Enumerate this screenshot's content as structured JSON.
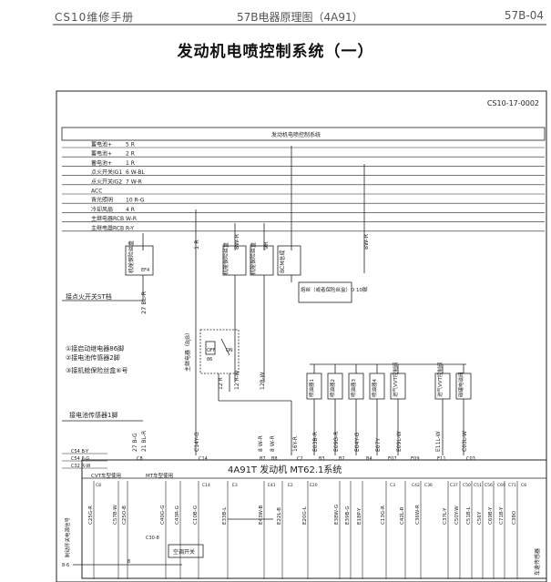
{
  "header": {
    "left": "CS10维修手册",
    "center": "57B电器原理图（4A91）",
    "right": "57B-04"
  },
  "title": "发动机电喷控制系统（一）",
  "diagram": {
    "code": "CS10-17-0002",
    "caption": "发动机电喷控制系统",
    "power_rails": [
      {
        "name": "蓄电池+",
        "wire": "5 R"
      },
      {
        "name": "蓄电池+",
        "wire": "2 R"
      },
      {
        "name": "蓄电池+",
        "wire": "1 R"
      },
      {
        "name": "点火开关IG1",
        "wire": "6 W-BL"
      },
      {
        "name": "点火开关IG2",
        "wire": "7 W-R"
      },
      {
        "name": "ACC",
        "wire": ""
      },
      {
        "name": "背光照明",
        "wire": "10 R-G"
      },
      {
        "name": "冷却风扇",
        "wire": "4 R"
      },
      {
        "name": "主继电器RCB",
        "wire": "W-R"
      },
      {
        "name": "主继电器RCB",
        "wire": "R-Y"
      }
    ],
    "fuses": {
      "f1": "机舱保险丝盒",
      "f1_id": "EF4",
      "f2": "机舱保险丝盒",
      "f3": "机舱保险丝盒",
      "bcm": "BCM总成",
      "note_box": "熔丝（或者保险丝盒）D 10脚",
      "w_1r": "1 R",
      "w_8wr": "8W-R",
      "w_9r": "9R",
      "w_8wr2": "8W-R",
      "w_27blr": "27 BL-R"
    },
    "notes": {
      "n_ign": "接点火开关ST档",
      "n1": "①接启动继电器86脚",
      "n2": "②接电池传感器2脚",
      "n3": "③接机舱保险丝盒⑥号",
      "n_bat": "接电池传感器1脚"
    },
    "relay": {
      "label": "主继电器（BJB）",
      "coil": "86",
      "off": "OFF",
      "on": "ON"
    },
    "wires_mid": [
      "12 R",
      "12 R-W",
      "12R-W"
    ],
    "injectors": [
      "喷油器1",
      "喷油器2",
      "喷油器3",
      "喷油器4",
      "进气VVT控制阀",
      "进气VVT控制阀",
      "碳罐电磁阀"
    ],
    "ecu_pin_wires": [
      "27 B-G",
      "21 BL-R",
      "C14Y-G",
      "8 W-R",
      "8 W-R",
      "16Y-R",
      "E03B-R",
      "E09G-R",
      "E04Y-G",
      "E07Y",
      "E09L-W",
      "E11L-W",
      "C03L-W"
    ],
    "ecu_pins_top": [
      "C8",
      "C14",
      "B7",
      "B8",
      "C2",
      "B3",
      "B2",
      "B4",
      "E07",
      "E09",
      "E11",
      "C03"
    ],
    "ecu_title": "4A91T 发动机 MT62.1系统",
    "left_conn": [
      {
        "id": "C54",
        "wire": "B-Y"
      },
      {
        "id": "C54",
        "wire": "P-G"
      },
      {
        "id": "C32",
        "wire": "R-W"
      }
    ],
    "cvt": "CVT车型使用",
    "mt": "MT车型使用",
    "bottom_wires": [
      "C25G-R",
      "C57B-W",
      "C25O-B",
      "C40G-G",
      "C43R-G",
      "C10B-G",
      "E33B-L",
      "E43W-B",
      "E22L-B",
      "E20G-L",
      "E38W-G",
      "E39B-G",
      "E18P-Y",
      "C13G-R",
      "C42L-R",
      "C36W-R",
      "C37L-Y",
      "C50Y-W",
      "C51B-L",
      "C56Y",
      "C69B-Y",
      "C71B-Y",
      "C38O"
    ],
    "bottom_pins": [
      "C8",
      "C14",
      "E3",
      "E41",
      "E2",
      "E20",
      "C3",
      "C42",
      "C36",
      "C37",
      "C50",
      "C51",
      "C56",
      "C69",
      "C71",
      "C8"
    ],
    "bottom_labels": {
      "c30": "C30-8",
      "ac": "空调开关",
      "p8": "8",
      "p6": "8-6",
      "note_left": "制动开关电源信号",
      "speed": "车速传感器"
    }
  }
}
